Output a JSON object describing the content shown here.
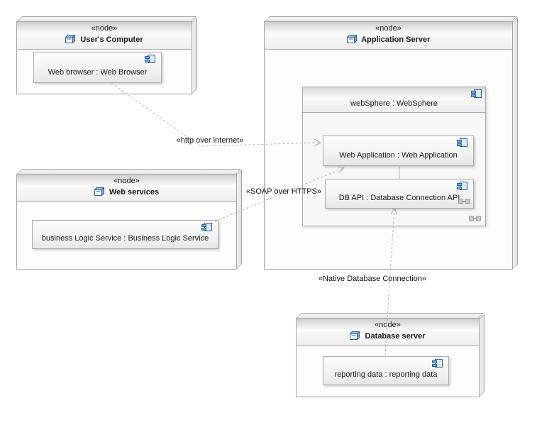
{
  "diagram": {
    "kind": "uml-deployment-diagram",
    "nodes": [
      {
        "stereotype": "«node»",
        "name": "User's Computer"
      },
      {
        "stereotype": "«node»",
        "name": "Application Server"
      },
      {
        "stereotype": "«node»",
        "name": "Web services"
      },
      {
        "stereotype": "«node»",
        "name": "Database server"
      }
    ],
    "components": {
      "web_browser": {
        "label": "Web browser : Web Browser"
      },
      "websphere": {
        "label": "webSphere : WebSphere"
      },
      "web_application": {
        "label": "Web Application : Web Application"
      },
      "db_api": {
        "label": "DB API : Database Connection API"
      },
      "business_logic": {
        "label": "business Logic Service : Business Logic Service"
      },
      "reporting_data": {
        "label": "reporting data : reporting data"
      }
    },
    "connectors": [
      {
        "label": "«http over internet»",
        "from": "Web browser : Web Browser",
        "to": "Web Application : Web Application",
        "line": "dashed-arrow"
      },
      {
        "label": "«SOAP over HTTPS»",
        "from": "business Logic Service : Business Logic Service",
        "to": "Web Application : Web Application",
        "line": "dashed-arrow"
      },
      {
        "label": "«Native Database Connection»",
        "from": "reporting data : reporting data",
        "to": "DB API : Database Connection API",
        "line": "dashed-arrow"
      }
    ],
    "icons": {
      "node": "node-icon (blue 3d cube)",
      "component": "component-icon (blue rectangle with two side tabs)",
      "badge": "connector-badge-icon (two grey squares linked)"
    },
    "colors": {
      "node_border": "#a3a3a3",
      "header_gradient_top": "#cfcfcf",
      "component_border": "#ababab",
      "icon_blue": "#2a6099",
      "icon_blue_fill": "#7da7d9",
      "connector_line": "#b4b4b4",
      "text": "#1a1a1a",
      "background": "#ffffff"
    }
  }
}
